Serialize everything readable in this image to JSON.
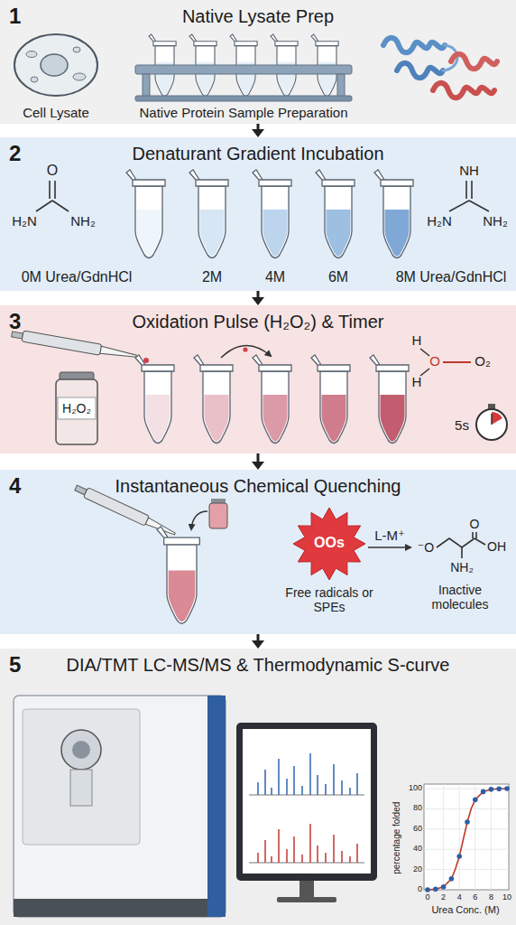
{
  "diagram": {
    "nodes": [
      {
        "text": [
          "1",
          "Native Lysate Prep"
        ]
      },
      {
        "text": [
          "2",
          "Denaturant Gradient Incubation"
        ]
      },
      {
        "text": [
          "3",
          "Oxidation Pulse (H₂O₂) & Timer"
        ]
      },
      {
        "text": [
          "4",
          "Instantaneous Chemical Quenching"
        ]
      },
      {
        "text": [
          "5",
          "DIA/TMT LC-MS/MS & Thermodynamic S-curve"
        ]
      }
    ],
    "edges": [
      {
        "from": 0,
        "to": 1,
        "arrow": "to"
      },
      {
        "from": 1,
        "to": 2,
        "arrow": "to"
      },
      {
        "from": 2,
        "to": 3,
        "arrow": "to"
      },
      {
        "from": 3,
        "to": 4,
        "arrow": "to"
      }
    ],
    "labels": [
      "Cell Lysate",
      "Native Protein Sample Preparation",
      "O",
      "H₂N",
      "NH₂",
      "0M Urea/GdnHCl",
      "2M",
      "4M",
      "6M",
      "8M Urea/GdnHCl",
      "NH",
      "H₂N",
      "NH₂",
      "H₂O₂",
      "H",
      "O",
      "H",
      "O₂",
      "5s",
      "OOs",
      "Free radicals or SPEs",
      "L-M⁺",
      "⁻O",
      "O",
      "OH",
      "NH₂",
      "Inactive molecules",
      "percentage folded",
      "0",
      "20",
      "40",
      "60",
      "80",
      "100",
      "0",
      "2",
      "4",
      "6",
      "8",
      "10",
      "Urea Conc. (M)"
    ]
  }
}
